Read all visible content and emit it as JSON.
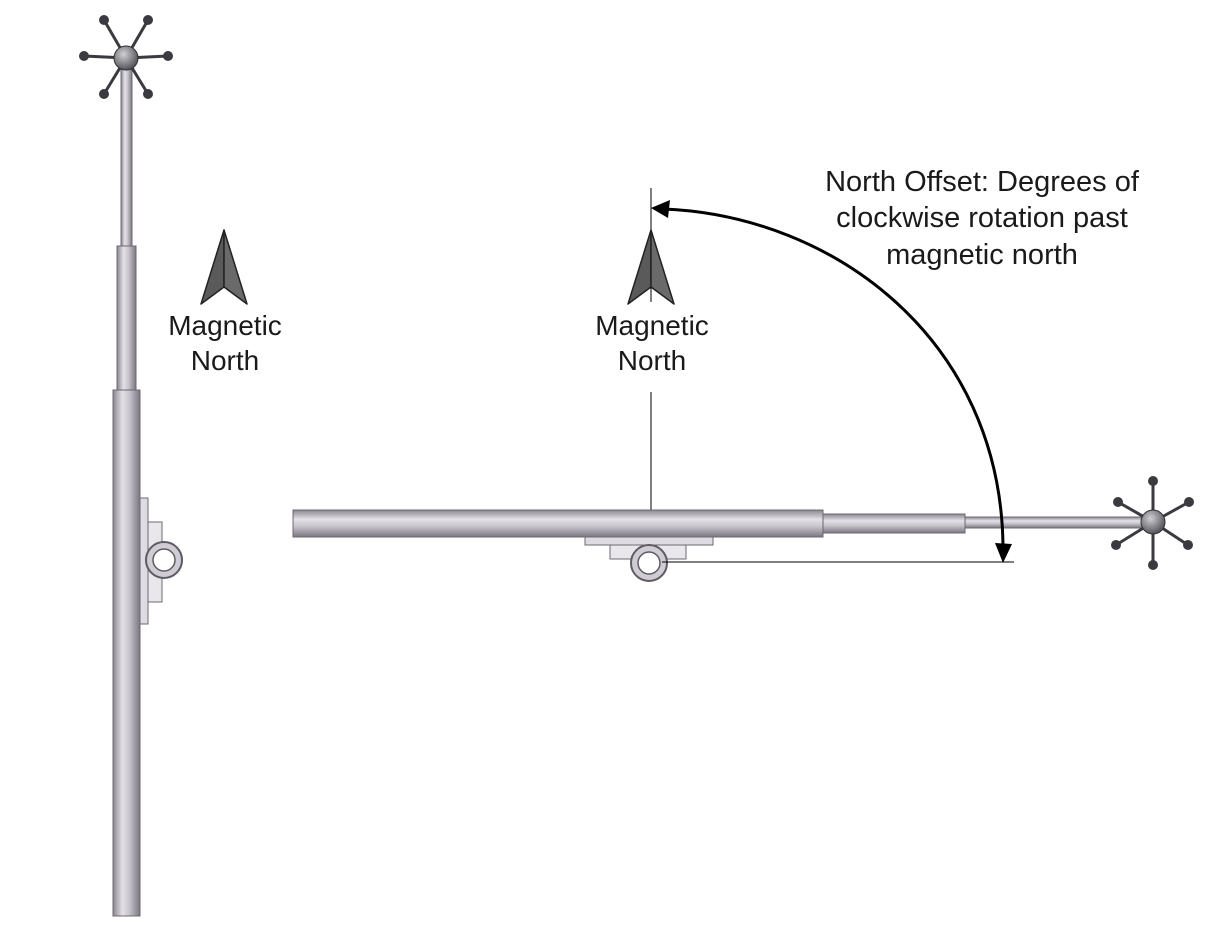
{
  "labels": {
    "north_left_line1": "Magnetic",
    "north_left_line2": "North",
    "north_right_line1": "Magnetic",
    "north_right_line2": "North",
    "offset_line1": "North Offset: Degrees of",
    "offset_line2": "clockwise rotation past",
    "offset_line3": "magnetic north"
  },
  "colors": {
    "arrow_fill": "#5a5a5a",
    "pole_light": "#d7d3db",
    "pole_dark": "#7c7882",
    "line": "#000000",
    "text": "#1a1a1a"
  },
  "diagram": {
    "north_offset_degrees": 90
  }
}
